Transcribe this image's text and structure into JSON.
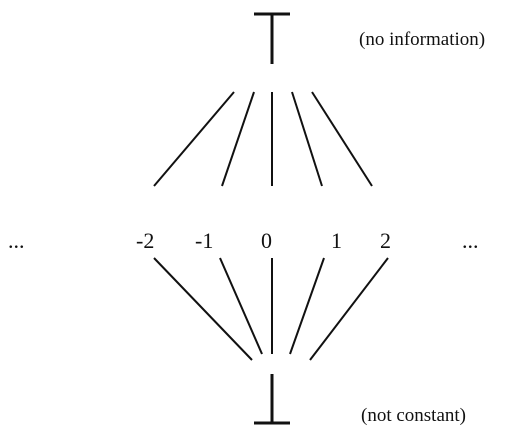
{
  "diagram": {
    "top_note": "(no information)",
    "bottom_note": "(not constant)",
    "left_ellipsis": "...",
    "right_ellipsis": "...",
    "values": [
      "-2",
      "-1",
      "0",
      "1",
      "2"
    ],
    "colors": {
      "ink": "#111111",
      "background": "#ffffff"
    },
    "symbols": {
      "top": "top-element-icon",
      "bottom": "bottom-element-icon"
    }
  }
}
